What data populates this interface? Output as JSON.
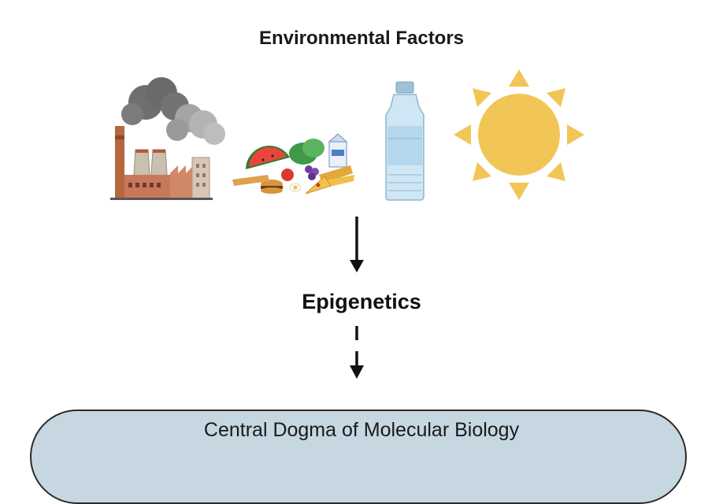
{
  "title": "Environmental Factors",
  "factors": [
    {
      "icon": "factory-pollution-icon"
    },
    {
      "icon": "food-diet-icon"
    },
    {
      "icon": "water-bottle-icon"
    },
    {
      "icon": "sun-icon"
    }
  ],
  "middle_label": "Epigenetics",
  "bottom_box": {
    "label": "Central Dogma of Molecular Biology"
  },
  "colors": {
    "box_fill": "#c6d7e2",
    "sun": "#f2c656",
    "factory": "#b9744e",
    "smoke": "#7a7a7a",
    "bottle": "#cfe6f5"
  }
}
